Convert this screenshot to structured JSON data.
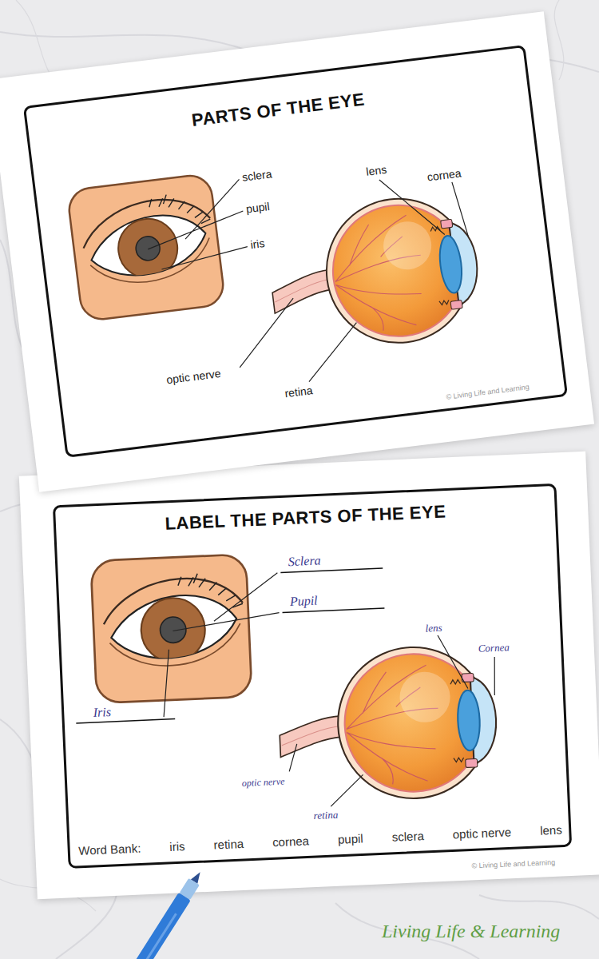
{
  "diagram": {
    "nodes": [
      {
        "text": [
          "PARTS OF THE EYE"
        ]
      },
      {
        "text": [
          "LABEL THE PARTS OF THE EYE"
        ]
      }
    ],
    "labels": [
      "sclera",
      "pupil",
      "iris",
      "lens",
      "cornea",
      "optic nerve",
      "retina",
      "© Living Life and Learning",
      "Sclera",
      "Pupil",
      "Iris",
      "lens",
      "Cornea",
      "optic nerve",
      "retina",
      "Word Bank:",
      "iris",
      "retina",
      "cornea",
      "pupil",
      "sclera",
      "optic nerve",
      "lens",
      "© Living Life and Learning",
      "Living Life & Learning"
    ]
  }
}
